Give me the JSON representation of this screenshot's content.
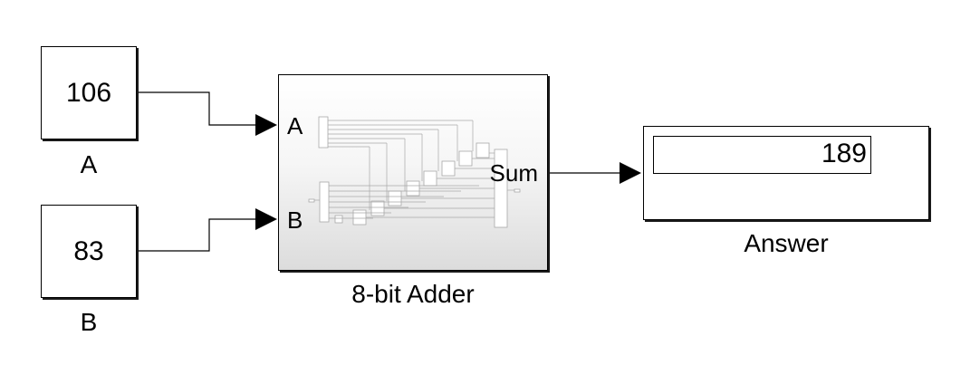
{
  "blocks": {
    "const_a": {
      "value": "106",
      "label": "A"
    },
    "const_b": {
      "value": "83",
      "label": "B"
    },
    "adder": {
      "label": "8-bit Adder",
      "ports": {
        "in_a": "A",
        "in_b": "B",
        "out": "Sum"
      }
    },
    "display": {
      "value": "189",
      "label": "Answer"
    }
  },
  "colors": {
    "line": "#000000",
    "block_fill": "#ffffff",
    "adder_gradient_end": "#dcdcdc",
    "inner_circuit": "#a8a8a8"
  }
}
